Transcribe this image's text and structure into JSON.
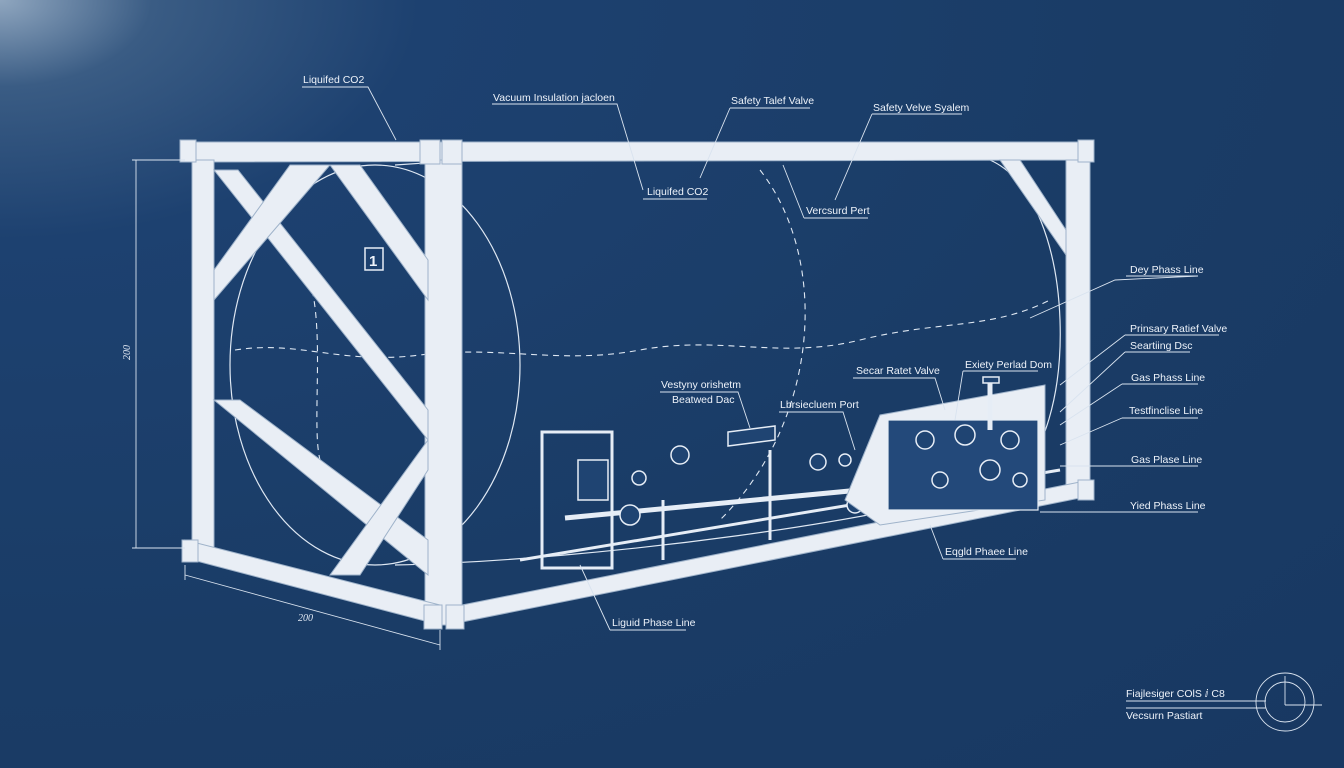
{
  "labels": {
    "liquified_co2_top": "Liquifed CO2",
    "vacuum_jacket": "Vacuum Insulation jacloen",
    "safety_relief_valve": "Safety Talef Valve",
    "safety_valve_system": "Safety Velve Syalem",
    "liquified_co2_mid": "Liquifed CO2",
    "vacuum_port_top": "Vercsurd Pert",
    "dry_phase_line": "Dey Phass Line",
    "primary_relief_valve": "Prinsary Ratief Valve",
    "bursting_disc": "Seartiing Dsc",
    "gas_phase_line_1": "Gas Phass Line",
    "test_line": "Testfinclise Line",
    "gas_phase_line_2": "Gas Plase Line",
    "yield_phase_line": "Yied Phass Line",
    "secondary_relief_valve": "Secar Ratet Valve",
    "safety_relief_dom": "Exiety Perlad Dom",
    "vacuum_port_mid": "Lbrsiecluem Port",
    "vessel_insulation": "Vestyny orishetm",
    "bursting_disc_mid": "Beatwed Dac",
    "liquid_phase_line_right": "Eqgld Phaee Line",
    "liquid_phase_line_bottom": "Liguid Phase Line"
  },
  "dimensions": {
    "height": "200",
    "length": "200"
  },
  "tag_number": "1",
  "title_block": {
    "line1": "Fiajlesiger COlS ⅈ C8",
    "line2": "Vecsurn Pastiart"
  }
}
